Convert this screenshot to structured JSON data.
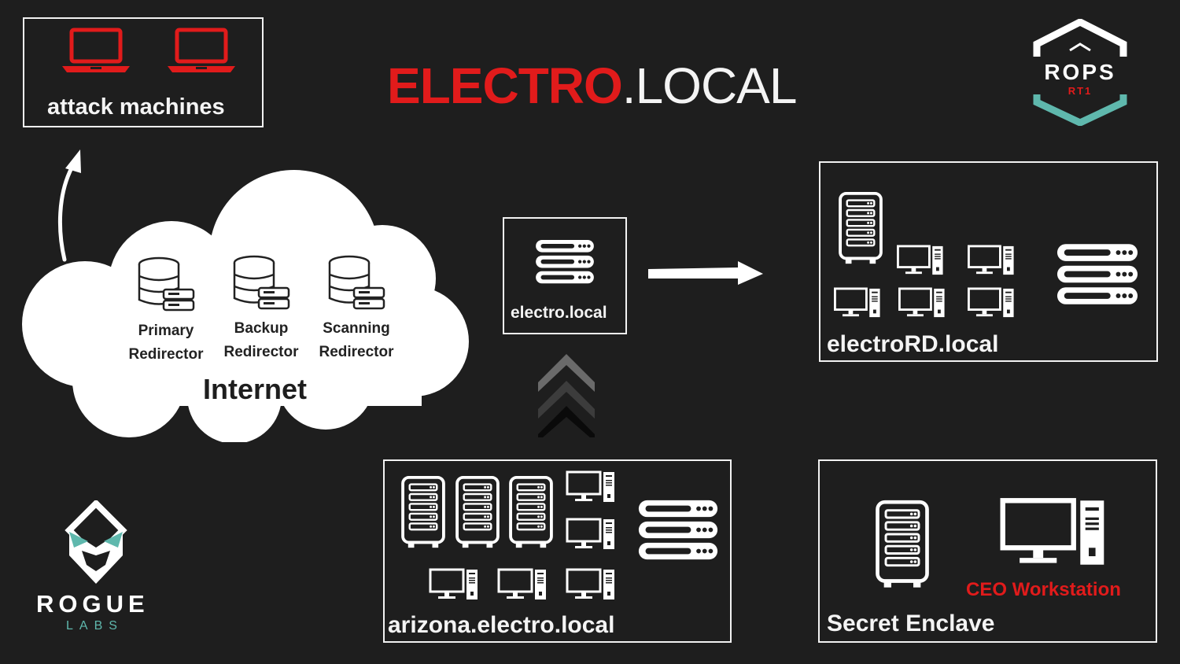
{
  "title": {
    "part1": "ELECTRO",
    "part2": ".LOCAL"
  },
  "attack": {
    "label": "attack machines"
  },
  "cloud": {
    "label": "Internet",
    "redirectors": [
      {
        "line1": "Primary",
        "line2": "Redirector"
      },
      {
        "line1": "Backup",
        "line2": "Redirector"
      },
      {
        "line1": "Scanning",
        "line2": "Redirector"
      }
    ]
  },
  "domains": {
    "electro": "electro.local",
    "electrord": "electroRD.local",
    "arizona": "arizona.electro.local",
    "enclave": "Secret Enclave",
    "ceo": "CEO Workstation"
  },
  "rops": {
    "name": "ROPS",
    "sub": "RT1"
  },
  "rogue": {
    "name": "ROGUE",
    "sub": "LABS"
  },
  "colors": {
    "red": "#e11b1b",
    "teal": "#5fb8ad",
    "bg": "#1e1e1e"
  }
}
